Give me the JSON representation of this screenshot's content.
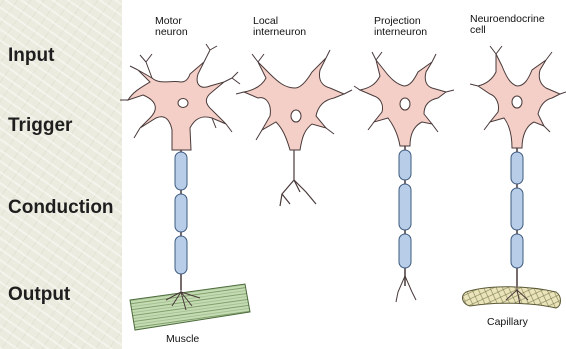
{
  "stages": [
    "Input",
    "Trigger",
    "Conduction",
    "Output"
  ],
  "neurons": [
    {
      "line1": "Motor",
      "line2": "neuron"
    },
    {
      "line1": "Local",
      "line2": "interneuron"
    },
    {
      "line1": "Projection",
      "line2": "interneuron"
    },
    {
      "line1": "Neuroendocrine",
      "line2": "cell"
    }
  ],
  "labels": {
    "muscle": "Muscle",
    "capillary": "Capillary"
  },
  "colors": {
    "cell_body": "#f3cfc8",
    "outline": "#4a3a3a",
    "myelin": "#b8cde8",
    "myelin_stroke": "#3d5a80",
    "muscle": "#b9d3a6",
    "capillary": "#e7e1b8"
  }
}
